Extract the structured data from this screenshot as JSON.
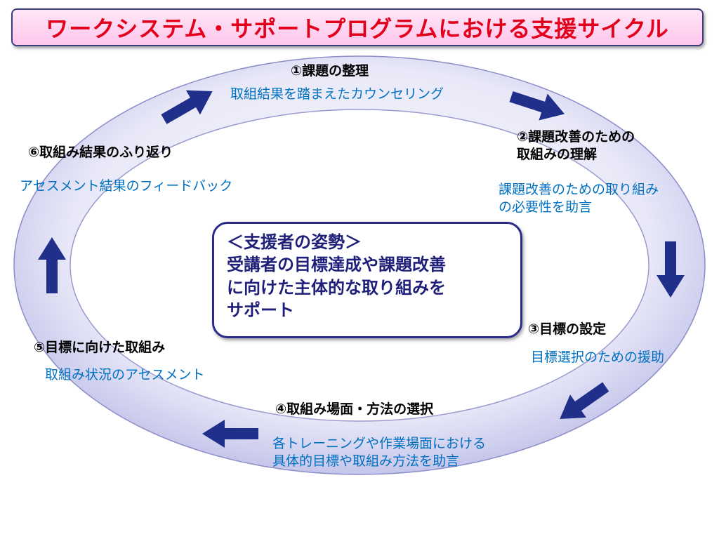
{
  "title": "ワークシステム・サポートプログラムにおける支援サイクル",
  "center": {
    "heading": "＜支援者の姿勢＞",
    "lines": [
      "受講者の目標達成や課題改善",
      "に向けた主体的な取り組みを",
      "サポート"
    ]
  },
  "steps": [
    {
      "label": "①課題の整理",
      "desc_lines": [
        "取組結果を踏まえたカウンセリング"
      ]
    },
    {
      "label_lines": [
        "②課題改善のための",
        "取組みの理解"
      ],
      "desc_lines": [
        "課題改善のための取り組み",
        "の必要性を助言"
      ]
    },
    {
      "label": "③目標の設定",
      "desc_lines": [
        "目標選択のための援助"
      ]
    },
    {
      "label": "④取組み場面・方法の選択",
      "desc_lines": [
        "各トレーニングや作業場面における",
        "具体的目標や取組み方法を助言"
      ]
    },
    {
      "label": "⑤目標に向けた取組み",
      "desc_lines": [
        "取組み状況のアセスメント"
      ]
    },
    {
      "label": "⑥取組み結果のふり返り",
      "desc_lines": [
        "アセスメント結果のフィードバック"
      ]
    }
  ],
  "colors": {
    "title_text": "#e3001b",
    "title_bg": "#ffc6ec",
    "ring": "#c5c5ec",
    "arrow": "#1f2f8a",
    "step_text": "#000000",
    "desc_text": "#0070c0",
    "center_text": "#1f1f7a"
  },
  "icons": [
    "arrow-right-up",
    "arrow-right-down",
    "arrow-down",
    "arrow-left-down",
    "arrow-left",
    "arrow-up",
    "arrow-right-up"
  ]
}
